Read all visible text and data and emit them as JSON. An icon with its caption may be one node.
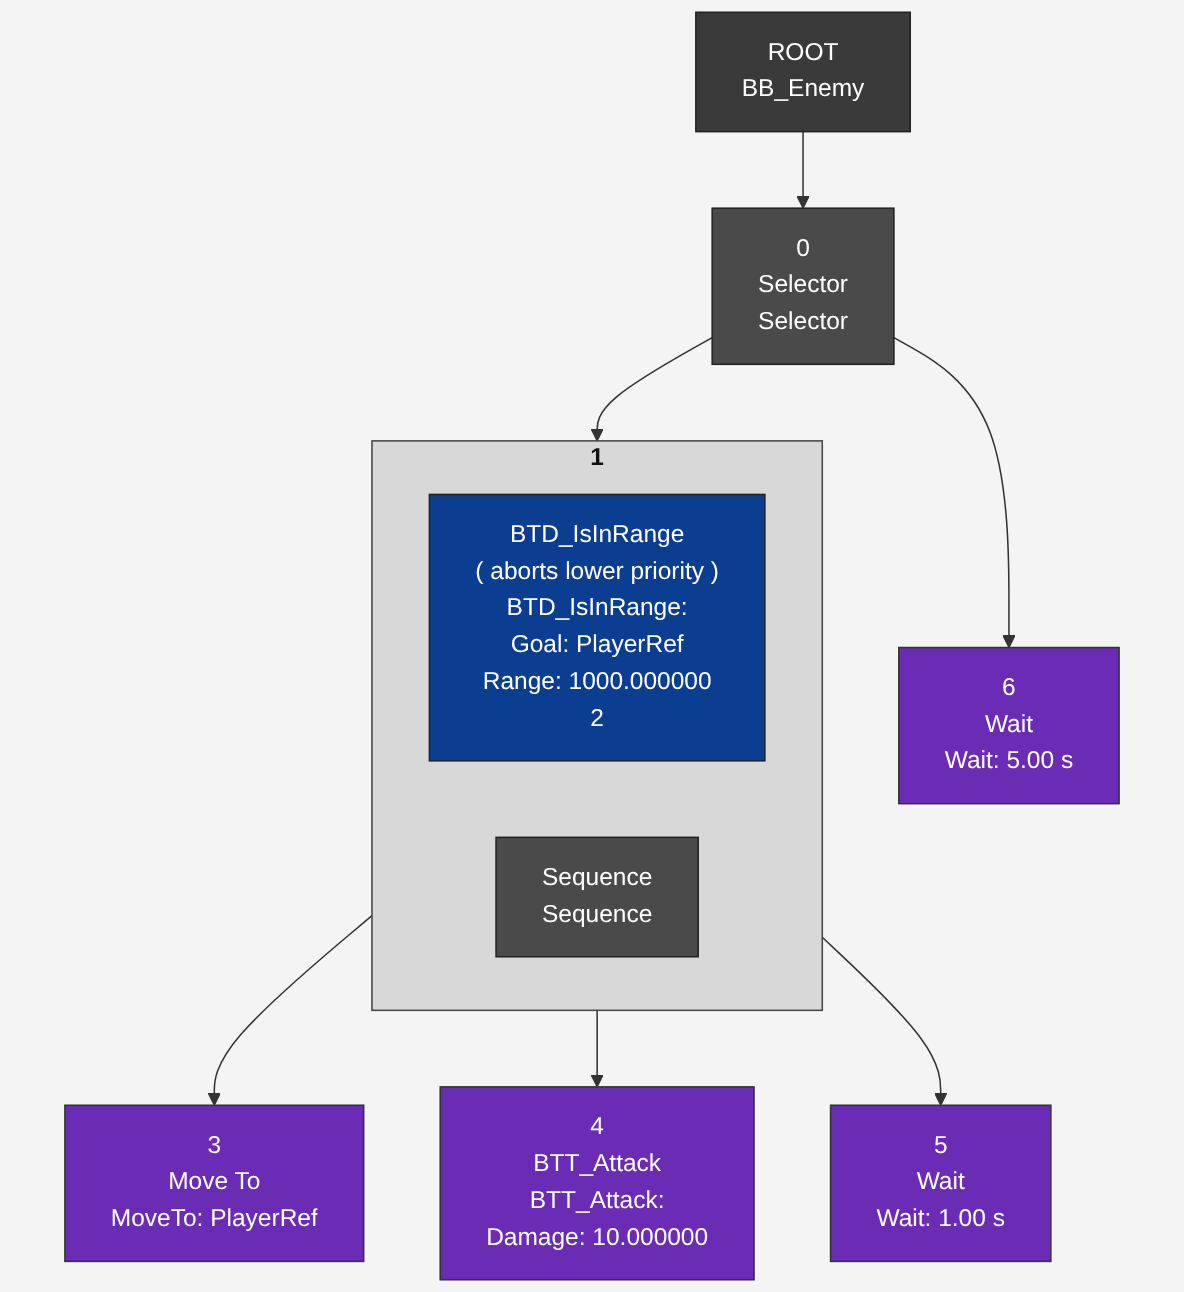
{
  "diagram": {
    "nodes": [
      {
        "text": [
          "ROOT",
          "BB_Enemy"
        ]
      },
      {
        "text": [
          "0",
          "Selector",
          "Selector"
        ]
      },
      {
        "text": [
          "1"
        ]
      },
      {
        "text": [
          "BTD_IsInRange",
          "( aborts lower priority )",
          "BTD_IsInRange:",
          "Goal: PlayerRef",
          "Range: 1000.000000",
          "2"
        ],
        "in": 2
      },
      {
        "text": [
          "Sequence",
          "Sequence"
        ],
        "in": 2
      },
      {
        "text": [
          "6",
          "Wait",
          "Wait: 5.00 s"
        ]
      },
      {
        "text": [
          "3",
          "Move To",
          "MoveTo: PlayerRef"
        ]
      },
      {
        "text": [
          "4",
          "BTT_Attack",
          "BTT_Attack:",
          "Damage: 10.000000"
        ]
      },
      {
        "text": [
          "5",
          "Wait",
          "Wait: 1.00 s"
        ]
      }
    ],
    "edges": [
      {
        "from": 0,
        "to": 1,
        "arrow": "to"
      },
      {
        "from": 1,
        "to": 2,
        "arrow": "to"
      },
      {
        "from": 1,
        "to": 5,
        "arrow": "to"
      },
      {
        "from": 2,
        "to": 6,
        "arrow": "to"
      },
      {
        "from": 2,
        "to": 7,
        "arrow": "to"
      },
      {
        "from": 2,
        "to": 8,
        "arrow": "to"
      }
    ]
  }
}
